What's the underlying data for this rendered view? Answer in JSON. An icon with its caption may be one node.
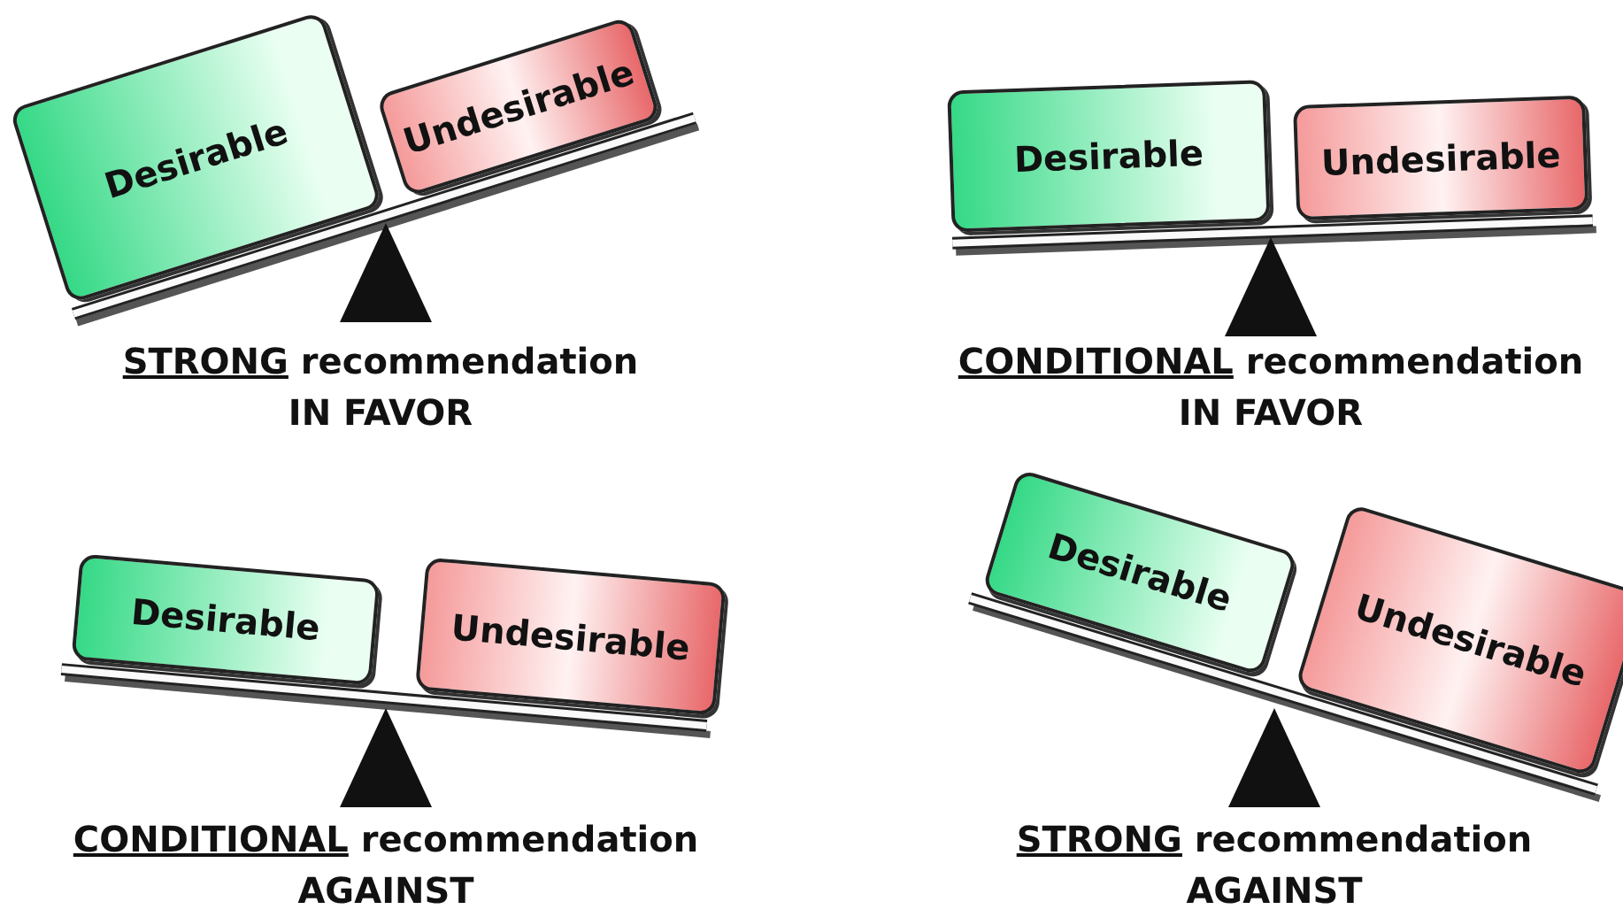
{
  "diagram": {
    "nodes": [
      {
        "text": [
          "Desirable"
        ]
      },
      {
        "text": [
          "Undesirable"
        ]
      },
      {
        "text": [
          "Desirable"
        ]
      },
      {
        "text": [
          "Undesirable"
        ]
      },
      {
        "text": [
          "Desirable"
        ]
      },
      {
        "text": [
          "Undesirable"
        ]
      },
      {
        "text": [
          "Desirable"
        ]
      },
      {
        "text": [
          "Undesirable"
        ]
      }
    ],
    "labels": [
      "STRONG recommendation IN FAVOR",
      "CONDITIONAL recommendation IN FAVOR",
      "CONDITIONAL recommendation AGAINST",
      "STRONG recommendation AGAINST"
    ]
  }
}
